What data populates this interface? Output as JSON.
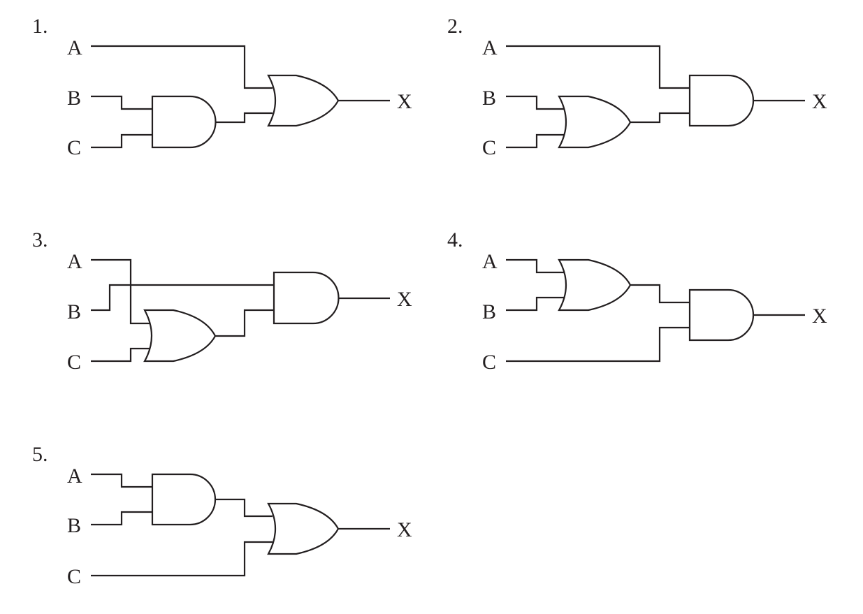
{
  "circuits": [
    {
      "number": "1.",
      "inputs": [
        "A",
        "B",
        "C"
      ],
      "output": "X",
      "gates": {
        "inner": "AND(B, C)",
        "outer": "OR(A, inner)"
      }
    },
    {
      "number": "2.",
      "inputs": [
        "A",
        "B",
        "C"
      ],
      "output": "X",
      "gates": {
        "inner": "OR(B, C)",
        "outer": "AND(A, inner)"
      }
    },
    {
      "number": "3.",
      "inputs": [
        "A",
        "B",
        "C"
      ],
      "output": "X",
      "gates": {
        "inner": "OR(A, C)",
        "outer": "AND(B, inner)"
      }
    },
    {
      "number": "4.",
      "inputs": [
        "A",
        "B",
        "C"
      ],
      "output": "X",
      "gates": {
        "inner": "OR(A, B)",
        "outer": "AND(inner, C)"
      }
    },
    {
      "number": "5.",
      "inputs": [
        "A",
        "B",
        "C"
      ],
      "output": "X",
      "gates": {
        "inner": "AND(A, B)",
        "outer": "OR(inner, C)"
      }
    }
  ]
}
